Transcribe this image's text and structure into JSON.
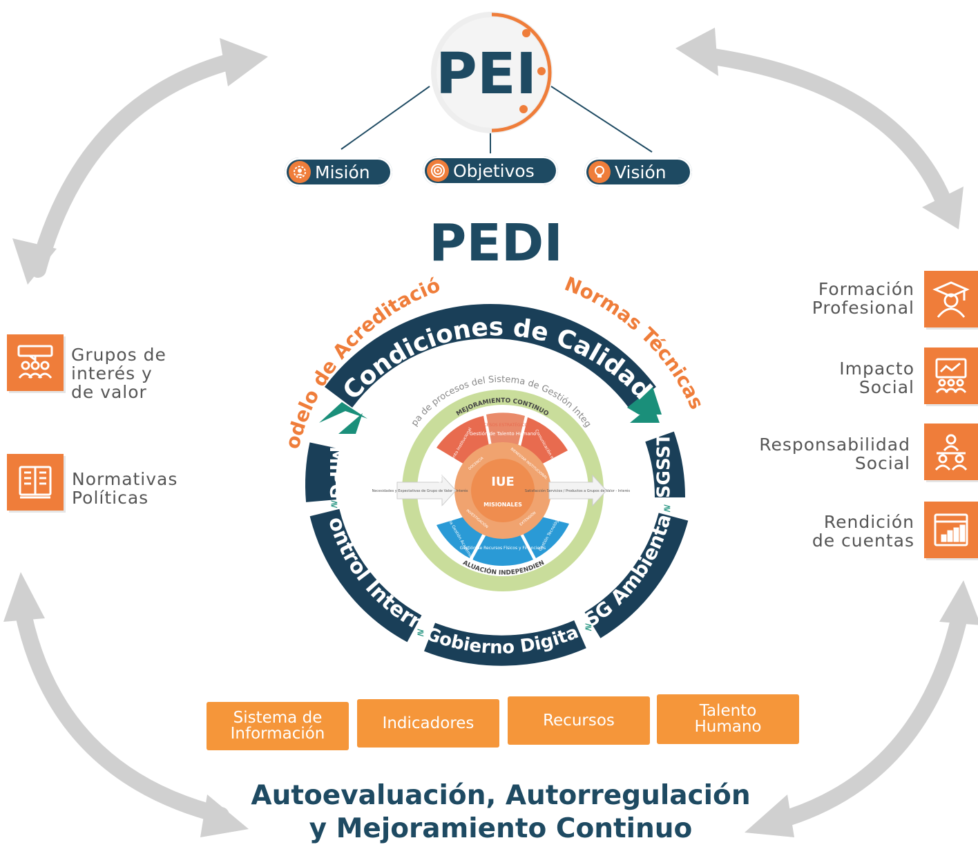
{
  "pei": {
    "title": "PEI",
    "mision": "Misión",
    "objetivos": "Objetivos",
    "vision": "Visión"
  },
  "pedi": "PEDI",
  "arc_labels": {
    "modelo": "Modelo de Acreditación",
    "normas": "Normas Técnicas",
    "condiciones": "Condiciones de Calidad",
    "mipg": "MIPG",
    "control": "Control Interno",
    "gobierno": "Gobierno Digital",
    "sg_ambiental": "SG Ambiental",
    "sgsst": "SGSST"
  },
  "process_map": {
    "title": "Mapa de procesos del Sistema de Gestión Integral",
    "mejoramiento": "MEJORAMIENTO CONTINUO",
    "estrategicos": "PROCESOS ESTRATÉGICOS",
    "direccionamiento": "Direccionamiento Institucional",
    "talento": "Gestión de Talento Humano",
    "comunicacion": "Comunicación e Información",
    "docencia": "DOCENCIA",
    "bienestar": "BIENESTAR INSTITUCIONAL",
    "investigacion": "INVESTIGACIÓN",
    "extension": "EXTENSIÓN",
    "iue": "IUE",
    "misionales": "MISIONALES",
    "entrada": "Necesidades y Expectativas de Grupo de Valor - Interés",
    "salida": "Satisfacción Servicios / Productos a Grupos de Valor - Interés",
    "apoyo_academica": "Apoyo a la Gestión Académica",
    "recursos": "Gestión de Recursos Físicos y Financieros",
    "tecnologica": "Gestión Tecnológica",
    "procesos_apoyo": "PROCESOS DE APOYO",
    "evaluacion": "EVALUACIÓN INDEPENDIENTE"
  },
  "left_items": [
    {
      "icon": "group-meeting-icon",
      "lines": [
        "Grupos de",
        "interés y",
        "de valor"
      ]
    },
    {
      "icon": "book-icon",
      "lines": [
        "Normativas",
        "Políticas"
      ]
    }
  ],
  "right_items": [
    {
      "icon": "graduate-icon",
      "lines": [
        "Formación",
        "Profesional"
      ]
    },
    {
      "icon": "community-chart-icon",
      "lines": [
        "Impacto",
        "Social"
      ]
    },
    {
      "icon": "people-meeting-icon",
      "lines": [
        "Responsabilidad",
        "Social"
      ]
    },
    {
      "icon": "dashboard-chart-icon",
      "lines": [
        "Rendición",
        "de cuentas"
      ]
    }
  ],
  "boxes": [
    {
      "lines": [
        "Sistema de",
        "Información"
      ]
    },
    {
      "lines": [
        "Indicadores"
      ]
    },
    {
      "lines": [
        "Recursos"
      ]
    },
    {
      "lines": [
        "Talento",
        "Humano"
      ]
    }
  ],
  "bottom": [
    "Autoevaluación, Autorregulación",
    "y Mejoramiento Continuo"
  ],
  "colors": {
    "navy": "#1e4a62",
    "orange": "#ef7d3a",
    "box_orange": "#f5963a",
    "grey_arrow": "#d0d0d0",
    "teal": "#1a8f7a"
  }
}
